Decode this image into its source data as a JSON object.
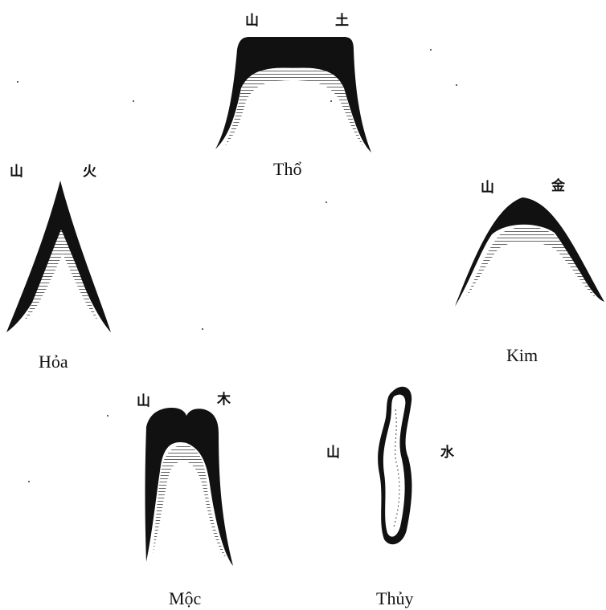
{
  "mountains": {
    "tho": {
      "label": "Thổ",
      "left_char": "山",
      "right_char": "土"
    },
    "hoa": {
      "label": "Hỏa",
      "left_char": "山",
      "right_char": "火"
    },
    "kim": {
      "label": "Kim",
      "left_char": "山",
      "right_char": "金"
    },
    "moc": {
      "label": "Mộc",
      "left_char": "山",
      "right_char": "木"
    },
    "thuy": {
      "label": "Thủy",
      "left_char": "山",
      "right_char": "水"
    }
  },
  "colors": {
    "ink": "#111111",
    "paper": "#ffffff"
  }
}
